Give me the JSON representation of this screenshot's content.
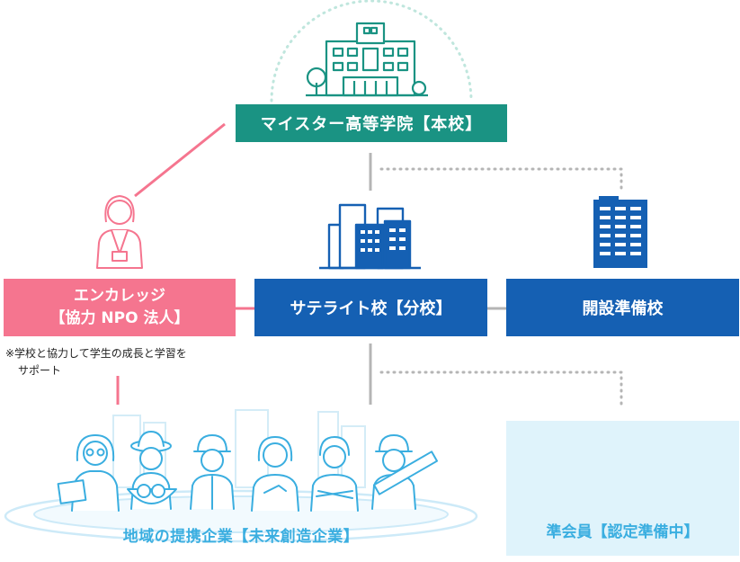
{
  "main_campus": {
    "label": "マイスター高等学院【本校】"
  },
  "partner": {
    "line1": "エンカレッジ",
    "line2": "【協力 NPO 法人】",
    "note_line1": "※学校と協力して学生の成長と学習を",
    "note_line2": "サポート"
  },
  "satellite": {
    "label": "サテライト校【分校】"
  },
  "preparing": {
    "label": "開設準備校"
  },
  "associate": {
    "label": "準会員【認定準備中】"
  },
  "corporate": {
    "label": "地域の提携企業【未来創造企業】"
  },
  "colors": {
    "teal": "#1a9383",
    "pink": "#f5758f",
    "navy": "#1560b3",
    "sky": "#3aaee0",
    "pale_blue": "#dff3fb",
    "gray": "#b5b5b5"
  },
  "icons": [
    "school-building-icon",
    "staff-woman-icon",
    "city-buildings-icon",
    "office-tower-icon",
    "workers-group-icon"
  ]
}
